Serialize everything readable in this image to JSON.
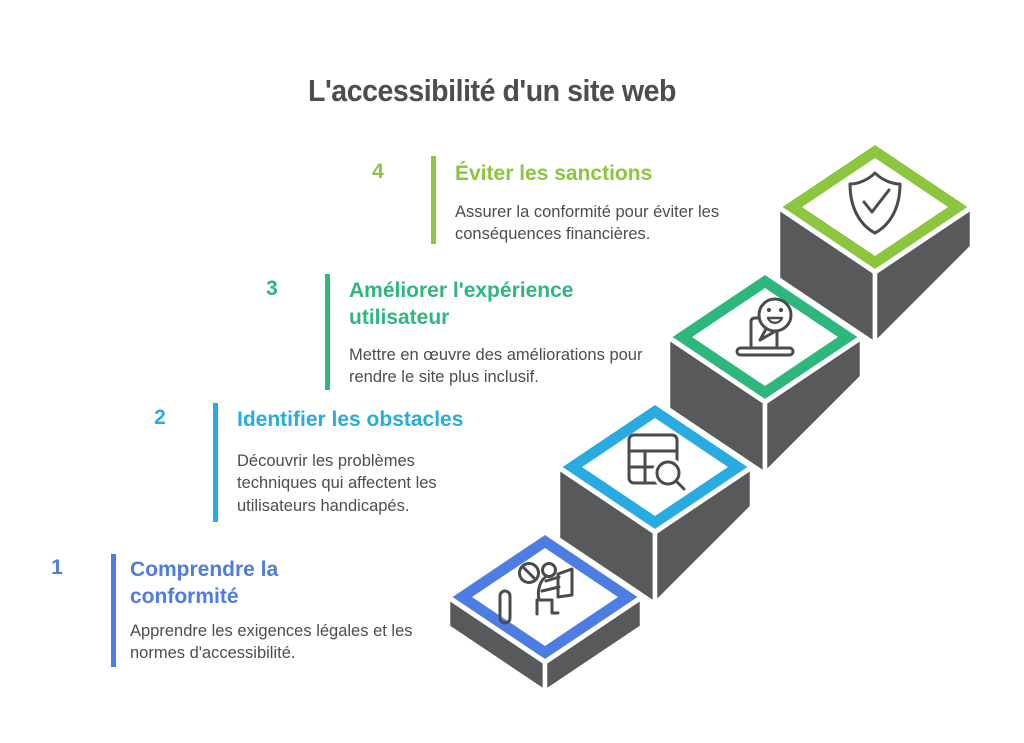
{
  "title": "L'accessibilité d'un site web",
  "colors": {
    "title_text": "#4d4d4f",
    "body_text": "#4d4d4d",
    "block_gray": "#58595b",
    "icon_stroke": "#4a4b4d"
  },
  "steps": [
    {
      "number": "1",
      "label": "Comprendre la conformité",
      "description": "Apprendre les exigences légales et les normes d'accessibilité.",
      "color": "#4d7ce2",
      "icon": "person-reading-icon"
    },
    {
      "number": "2",
      "label": "Identifier les obstacles",
      "description": "Découvrir les problèmes techniques qui affectent les utilisateurs handicapés.",
      "color": "#29abe2",
      "icon": "table-search-icon"
    },
    {
      "number": "3",
      "label": "Améliorer l'expérience utilisateur",
      "description": "Mettre en œuvre des améliorations pour rendre le site plus inclusif.",
      "color": "#2eb77d",
      "icon": "laptop-smile-icon"
    },
    {
      "number": "4",
      "label": "Éviter les sanctions",
      "description": "Assurer la conformité pour éviter les conséquences financières.",
      "color": "#8cc63f",
      "icon": "shield-check-icon"
    }
  ]
}
